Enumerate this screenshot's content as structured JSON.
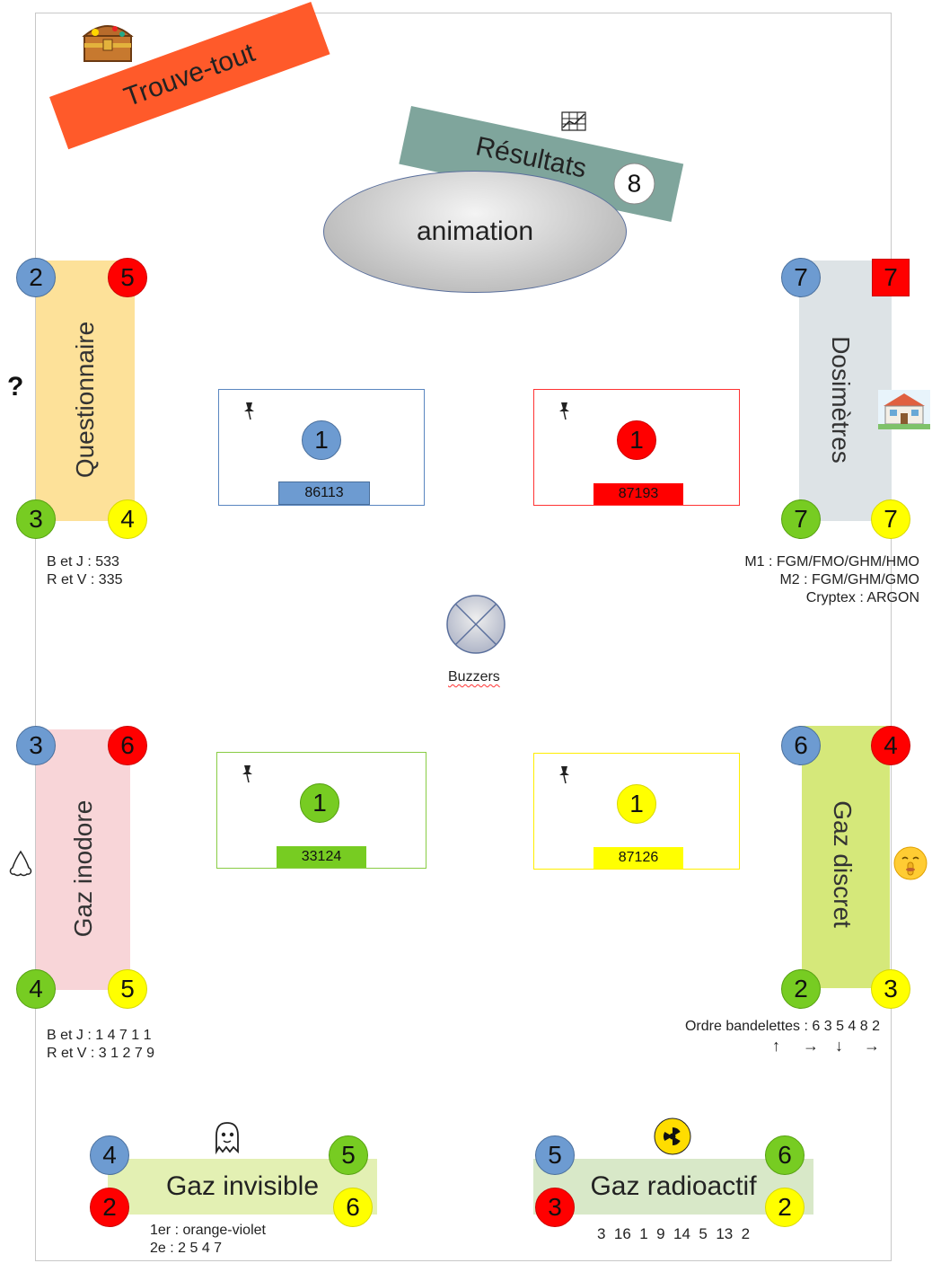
{
  "banners": {
    "trouve_tout": "Trouve-tout",
    "resultats": "Résultats",
    "resultats_number": "8",
    "animation": "animation"
  },
  "stations": {
    "questionnaire": {
      "label": "Questionnaire",
      "corners": [
        "2",
        "5",
        "3",
        "4"
      ],
      "notes": [
        "B et J : 533",
        "R et V : 335"
      ],
      "side_icon": "?"
    },
    "dosimetres": {
      "label": "Dosimètres",
      "corners": [
        "7",
        "7",
        "7",
        "7"
      ],
      "notes": [
        "M1 : FGM/FMO/GHM/HMO",
        "M2 : FGM/GHM/GMO",
        "Cryptex : ARGON"
      ]
    },
    "gaz_inodore": {
      "label": "Gaz inodore",
      "corners": [
        "3",
        "6",
        "4",
        "5"
      ],
      "notes": [
        "B et J : 1 4 7 1 1",
        "R et V : 3 1 2 7 9"
      ]
    },
    "gaz_discret": {
      "label": "Gaz discret",
      "corners": [
        "6",
        "4",
        "2",
        "3"
      ],
      "notes": [
        "Ordre bandelettes : 6 3 5 4 8 2"
      ],
      "arrows": [
        "↑",
        "→",
        "↓",
        "→"
      ]
    },
    "gaz_invisible": {
      "label": "Gaz invisible",
      "corners": [
        "4",
        "5",
        "2",
        "6"
      ],
      "notes": [
        "1er : orange-violet",
        "2e : 2 5 4 7"
      ]
    },
    "gaz_radioactif": {
      "label": "Gaz radioactif",
      "corners": [
        "5",
        "6",
        "3",
        "2"
      ],
      "notes": [
        "3  16  1  9  14  5  13  2"
      ]
    }
  },
  "teams": [
    {
      "color": "#6d9bd1",
      "number": "1",
      "code": "86113"
    },
    {
      "color": "#ff0000",
      "number": "1",
      "code": "87193"
    },
    {
      "color": "#77cc22",
      "number": "1",
      "code": "33124"
    },
    {
      "color": "#ffff00",
      "number": "1",
      "code": "87126"
    }
  ],
  "buzzers": {
    "label": "Buzzers"
  },
  "icons": [
    "treasure-chest-icon",
    "chart-icon",
    "house-icon",
    "nose-icon",
    "shush-emoji-icon",
    "ghost-icon",
    "radiation-icon",
    "pushpin-icon",
    "cross-circle-icon"
  ]
}
